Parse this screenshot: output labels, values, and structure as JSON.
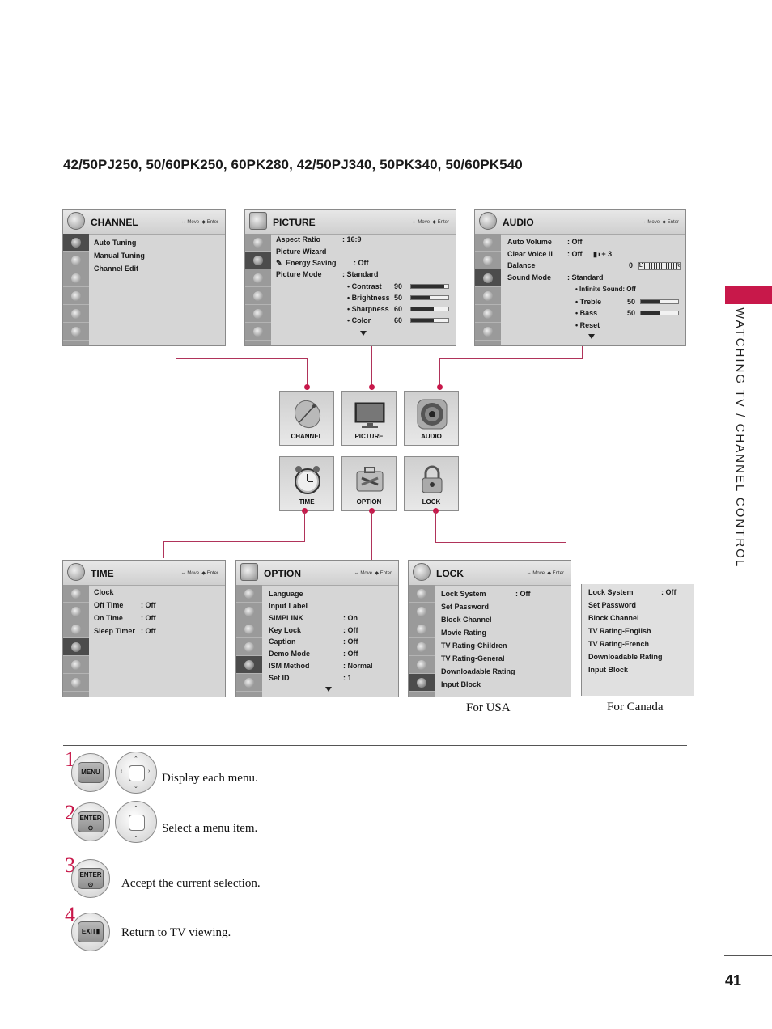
{
  "title": "42/50PJ250, 50/60PK250, 60PK280, 42/50PJ340, 50PK340, 50/60PK540",
  "side_tab_text": "WATCHING TV / CHANNEL CONTROL",
  "nav_hint": {
    "move": "Move",
    "enter": "Enter"
  },
  "panels": {
    "channel": {
      "title": "CHANNEL",
      "items": [
        "Auto Tuning",
        "Manual Tuning",
        "Channel Edit"
      ]
    },
    "picture": {
      "title": "PICTURE",
      "rows": [
        {
          "label": "Aspect Ratio",
          "value": ": 16:9"
        },
        {
          "label": "Picture Wizard",
          "value": ""
        },
        {
          "label": "Energy Saving",
          "value": ": Off"
        },
        {
          "label": "Picture Mode",
          "value": ": Standard"
        }
      ],
      "sliders": [
        {
          "label": "• Contrast",
          "value": "90",
          "level": 0.9
        },
        {
          "label": "• Brightness",
          "value": "50",
          "level": 0.5
        },
        {
          "label": "• Sharpness",
          "value": "60",
          "level": 0.6
        },
        {
          "label": "• Color",
          "value": "60",
          "level": 0.6
        }
      ]
    },
    "audio": {
      "title": "AUDIO",
      "rows": [
        {
          "label": "Auto Volume",
          "value": ": Off"
        },
        {
          "label": "Clear Voice II",
          "value": ": Off"
        },
        {
          "label": "Balance",
          "value": "0"
        },
        {
          "label": "Sound Mode",
          "value": ": Standard"
        }
      ],
      "clear_voice_level": "+ 3",
      "balance_l": "L",
      "balance_r": "R",
      "sub_items": [
        {
          "label": "• Infinite Sound: Off",
          "value": ""
        },
        {
          "label": "• Treble",
          "value": "50",
          "level": 0.5
        },
        {
          "label": "• Bass",
          "value": "50",
          "level": 0.5
        },
        {
          "label": "• Reset",
          "value": ""
        }
      ]
    },
    "time": {
      "title": "TIME",
      "rows": [
        {
          "label": "Clock",
          "value": ""
        },
        {
          "label": "Off Time",
          "value": ": Off"
        },
        {
          "label": "On Time",
          "value": ": Off"
        },
        {
          "label": "Sleep Timer",
          "value": ": Off"
        }
      ]
    },
    "option": {
      "title": "OPTION",
      "rows": [
        {
          "label": "Language",
          "value": ""
        },
        {
          "label": "Input Label",
          "value": ""
        },
        {
          "label": "SIMPLINK",
          "value": ": On"
        },
        {
          "label": "Key Lock",
          "value": ": Off"
        },
        {
          "label": "Caption",
          "value": ": Off"
        },
        {
          "label": "Demo Mode",
          "value": ": Off"
        },
        {
          "label": "ISM Method",
          "value": ": Normal"
        },
        {
          "label": "Set ID",
          "value": ": 1"
        }
      ]
    },
    "lock": {
      "title": "LOCK",
      "rows": [
        {
          "label": "Lock System",
          "value": ": Off"
        },
        {
          "label": "Set Password",
          "value": ""
        },
        {
          "label": "Block Channel",
          "value": ""
        },
        {
          "label": "Movie Rating",
          "value": ""
        },
        {
          "label": "TV Rating-Children",
          "value": ""
        },
        {
          "label": "TV Rating-General",
          "value": ""
        },
        {
          "label": "Downloadable Rating",
          "value": ""
        },
        {
          "label": "Input Block",
          "value": ""
        }
      ]
    }
  },
  "canada_lock": {
    "rows": [
      {
        "label": "Lock System",
        "value": ": Off"
      },
      {
        "label": "Set Password",
        "value": ""
      },
      {
        "label": "Block Channel",
        "value": ""
      },
      {
        "label": "TV Rating-English",
        "value": ""
      },
      {
        "label": "TV Rating-French",
        "value": ""
      },
      {
        "label": "Downloadable Rating",
        "value": ""
      },
      {
        "label": "Input Block",
        "value": ""
      }
    ]
  },
  "tiles": [
    "CHANNEL",
    "PICTURE",
    "AUDIO",
    "TIME",
    "OPTION",
    "LOCK"
  ],
  "for_usa": "For USA",
  "for_canada": "For Canada",
  "steps": [
    {
      "num": "1",
      "button": "MENU",
      "text": "Display each menu."
    },
    {
      "num": "2",
      "button": "ENTER",
      "text": "Select a menu item."
    },
    {
      "num": "3",
      "button": "ENTER",
      "text": "Accept the current selection."
    },
    {
      "num": "4",
      "button": "EXIT",
      "text": "Return to TV viewing."
    }
  ],
  "page_number": "41",
  "accent_color": "#c8184a"
}
